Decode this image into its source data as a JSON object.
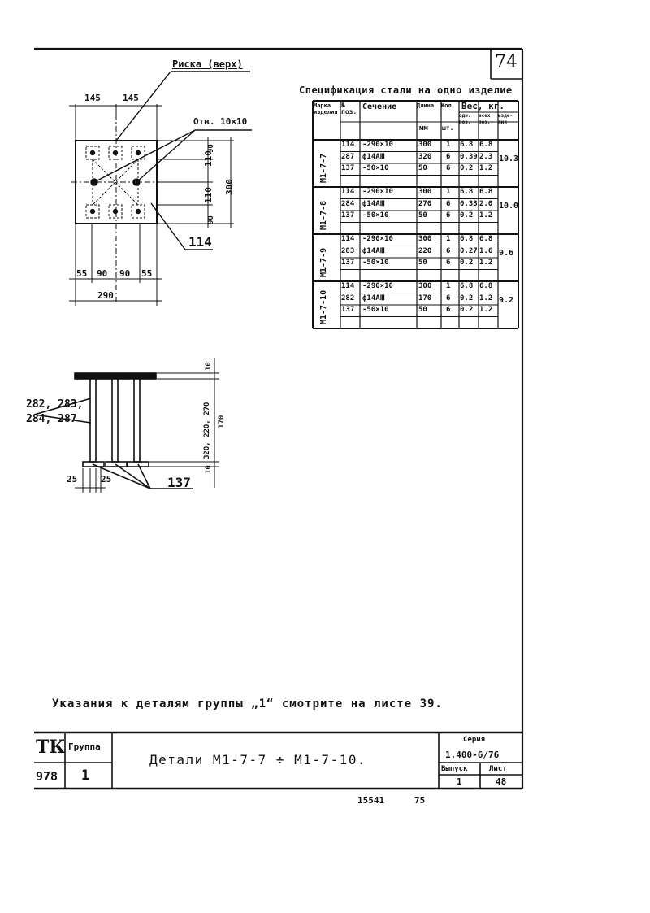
{
  "page_number": "74",
  "plan": {
    "label_rivet": "Риска (верх)",
    "label_hole": "Отв. 10×10",
    "label_pos": "114",
    "dims_top": [
      "145",
      "145"
    ],
    "dims_bottom": [
      "55",
      "90",
      "90",
      "55"
    ],
    "dim_total_width": "290",
    "dims_right": [
      "110",
      "110",
      "90",
      "90"
    ],
    "dim_total_height": "300"
  },
  "elevation": {
    "label_positions_line1": "282, 283,",
    "label_positions_line2": "284, 287",
    "label_pos": "137",
    "dim_left": "25",
    "dim_mid": "25",
    "dim_top": "10",
    "dim_heights": "320, 220, 270",
    "dim_170": "170",
    "dim_bottom": "10"
  },
  "spec": {
    "title": "Спецификация стали на одно изделие",
    "headers": {
      "mark": "Марка изделия",
      "pos": "№ поз.",
      "section": "Сечение",
      "length_top": "Длина",
      "length_unit": "мм",
      "qty_top": "Кол.",
      "qty_unit": "шт.",
      "weight": "Вес, кг.",
      "w_one": "одн. поз.",
      "w_all": "всех поз.",
      "w_item": "изде- лия"
    },
    "groups": [
      {
        "mark": "М1-7-7",
        "total": "10.3",
        "rows": [
          {
            "pos": "114",
            "section": "-290×10",
            "length": "300",
            "qty": "1",
            "w1": "6.8",
            "w2": "6.8"
          },
          {
            "pos": "287",
            "section": "ф14АⅢ",
            "length": "320",
            "qty": "6",
            "w1": "0.39",
            "w2": "2.3"
          },
          {
            "pos": "137",
            "section": "-50×10",
            "length": "50",
            "qty": "6",
            "w1": "0.2",
            "w2": "1.2"
          }
        ]
      },
      {
        "mark": "М1-7-8",
        "total": "10.0",
        "rows": [
          {
            "pos": "114",
            "section": "-290×10",
            "length": "300",
            "qty": "1",
            "w1": "6.8",
            "w2": "6.8"
          },
          {
            "pos": "284",
            "section": "ф14АⅢ",
            "length": "270",
            "qty": "6",
            "w1": "0.33",
            "w2": "2.0"
          },
          {
            "pos": "137",
            "section": "-50×10",
            "length": "50",
            "qty": "6",
            "w1": "0.2",
            "w2": "1.2"
          }
        ]
      },
      {
        "mark": "М1-7-9",
        "total": "9.6",
        "rows": [
          {
            "pos": "114",
            "section": "-290×10",
            "length": "300",
            "qty": "1",
            "w1": "6.8",
            "w2": "6.8"
          },
          {
            "pos": "283",
            "section": "ф14АⅢ",
            "length": "220",
            "qty": "6",
            "w1": "0.27",
            "w2": "1.6"
          },
          {
            "pos": "137",
            "section": "-50×10",
            "length": "50",
            "qty": "6",
            "w1": "0.2",
            "w2": "1.2"
          }
        ]
      },
      {
        "mark": "М1-7-10",
        "total": "9.2",
        "rows": [
          {
            "pos": "114",
            "section": "-290×10",
            "length": "300",
            "qty": "1",
            "w1": "6.8",
            "w2": "6.8"
          },
          {
            "pos": "282",
            "section": "ф14АⅢ",
            "length": "170",
            "qty": "6",
            "w1": "0.2",
            "w2": "1.2"
          },
          {
            "pos": "137",
            "section": "-50×10",
            "length": "50",
            "qty": "6",
            "w1": "0.2",
            "w2": "1.2"
          }
        ]
      }
    ]
  },
  "note": "Указания к деталям группы „1“ смотрите на листе 39.",
  "title_block": {
    "org": "ТК",
    "year": "978",
    "group_label": "Группа",
    "group_value": "1",
    "title": "Детали М1-7-7 ÷ М1-7-10.",
    "series_label": "Серия",
    "series_value": "1.400-6/76",
    "issue_label": "Выпуск",
    "issue_value": "1",
    "sheet_label": "Лист",
    "sheet_value": "48"
  },
  "footer": {
    "code": "15541",
    "num": "75"
  }
}
